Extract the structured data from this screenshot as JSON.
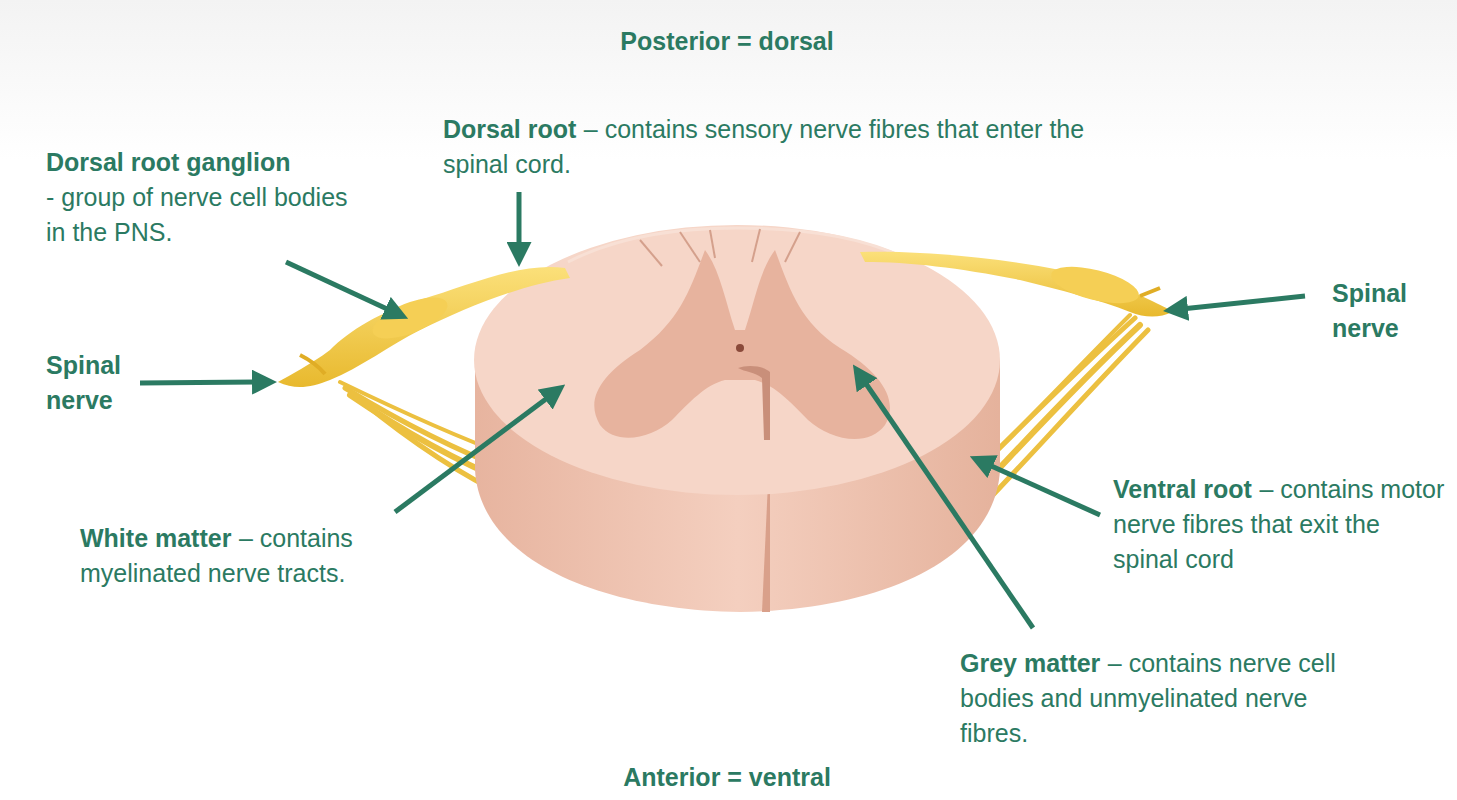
{
  "diagram": {
    "labels": [
      "Posterior = dorsal",
      "Dorsal root",
      "– contains sensory nerve fibres that enter the spinal cord.",
      "Dorsal root ganglion",
      "- group of nerve cell bodies in the PNS.",
      "Spinal nerve",
      "Spinal nerve",
      "White matter",
      "– contains myelinated nerve tracts.",
      "Ventral root",
      "– contains motor nerve fibres that exit the spinal cord",
      "Grey matter",
      "– contains nerve cell bodies and unmyelinated nerve fibres.",
      "Anterior = ventral"
    ]
  }
}
